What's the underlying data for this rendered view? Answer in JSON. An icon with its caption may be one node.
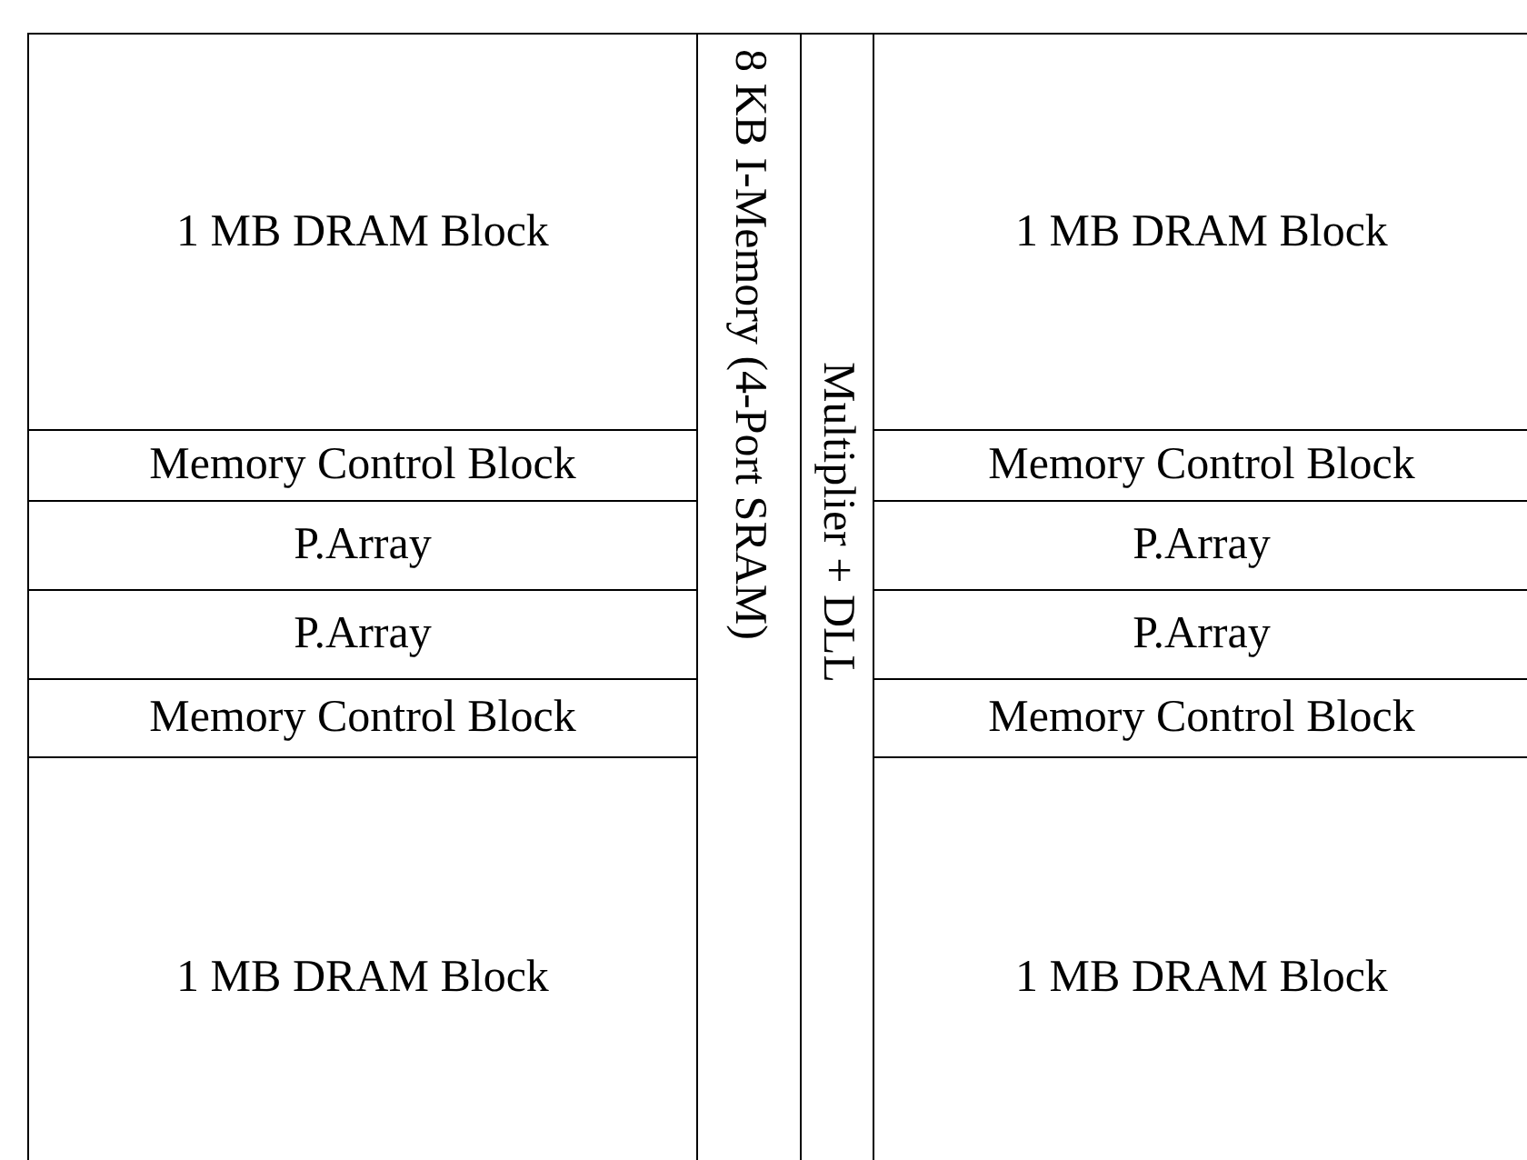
{
  "diagram": {
    "nodes": [
      {
        "text": [
          "1 MB DRAM Block"
        ]
      },
      {
        "text": [
          "Memory Control Block"
        ]
      },
      {
        "text": [
          "P.Array"
        ]
      },
      {
        "text": [
          "P.Array"
        ]
      },
      {
        "text": [
          "Memory Control Block"
        ]
      },
      {
        "text": [
          "1 MB DRAM Block"
        ]
      },
      {
        "text": [
          "8 KB I-Memory (4-Port SRAM)"
        ]
      },
      {
        "text": [
          "Multiplier + DLL"
        ]
      },
      {
        "text": [
          "1 MB DRAM Block"
        ]
      },
      {
        "text": [
          "Memory Control Block"
        ]
      },
      {
        "text": [
          "P.Array"
        ]
      },
      {
        "text": [
          "P.Array"
        ]
      },
      {
        "text": [
          "Memory Control Block"
        ]
      },
      {
        "text": [
          "1 MB DRAM Block"
        ]
      }
    ]
  }
}
